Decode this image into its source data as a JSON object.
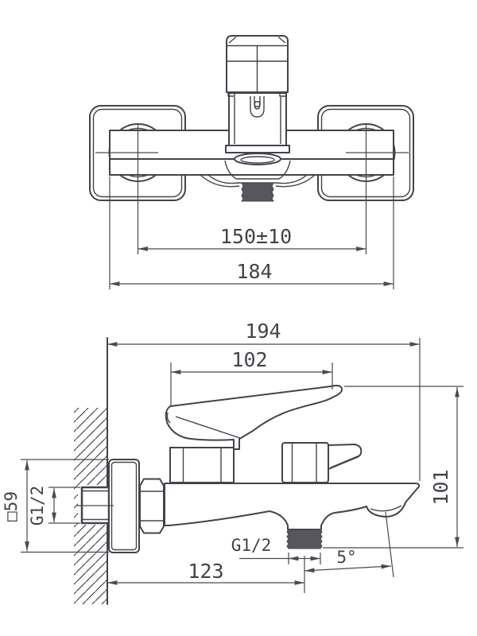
{
  "drawing": {
    "type": "faucet installation dimension drawing",
    "colors": {
      "line": "#43434a",
      "thin_line": "#4a4a50",
      "thread_fill": "#56565c",
      "background": "#ffffff"
    },
    "front_view": {
      "center_distance": "150±10",
      "overall_width": "184"
    },
    "side_view": {
      "overall_depth": "194",
      "lever_length": "102",
      "overall_height": "101",
      "spout_distance": "123",
      "spout_angle": "5°",
      "outlet_thread": "G1/2",
      "wall_thread": "G1/2",
      "escutcheon_size": "□59"
    }
  }
}
